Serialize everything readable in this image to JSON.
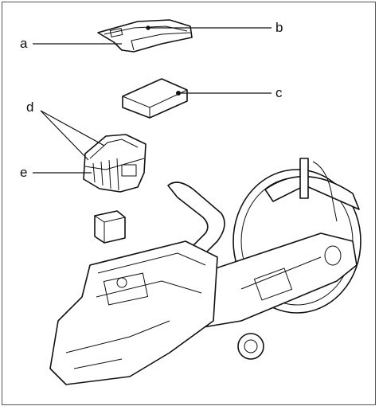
{
  "labels": {
    "a": "a",
    "b": "b",
    "c": "c",
    "d": "d",
    "e": "e"
  },
  "colors": {
    "line": "#111111",
    "background": "#ffffff",
    "frame": "#555555"
  },
  "icons": [
    "cover-part",
    "air-filter-block",
    "filter-housing",
    "filter-insert",
    "power-cutter"
  ]
}
